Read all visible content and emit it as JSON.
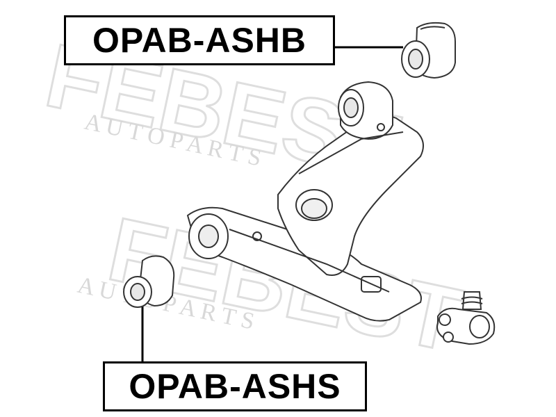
{
  "labels": {
    "top_part": "OPAB-ASHB",
    "bottom_part": "OPAB-ASHS"
  },
  "watermark": {
    "brand": "FEBEST",
    "tagline": "A U T O   P A R T S"
  },
  "colors": {
    "line": "#000000",
    "part_stroke": "#333333",
    "watermark": "#e6e6e6"
  }
}
